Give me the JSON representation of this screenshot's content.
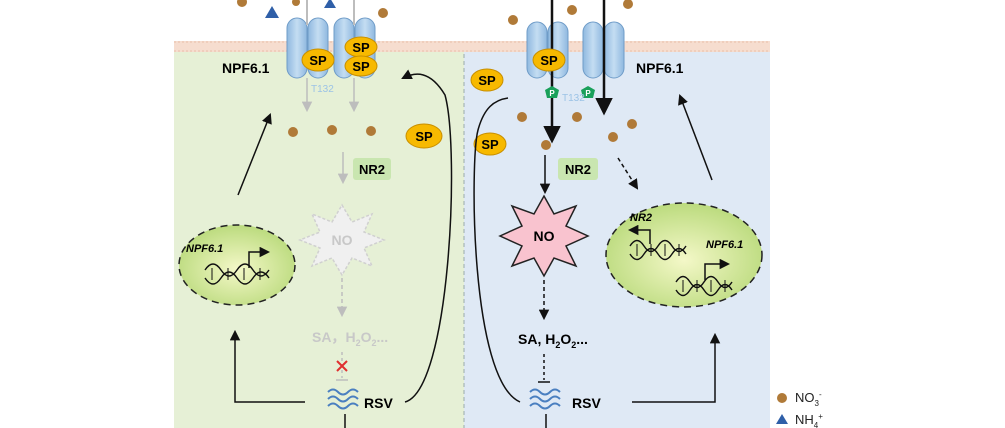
{
  "labels": {
    "npf61": "NPF6.1",
    "sp": "SP",
    "t132": "T132",
    "nr2": "NR2",
    "no": "NO",
    "sa_prefix": "SA，H",
    "sa_mid": "O",
    "sa_suffix": "...",
    "sa_prefix_right": "SA, H",
    "sub2": "2",
    "rsv": "RSV",
    "p": "P",
    "npf61_gene": "NPF6.1",
    "nr2_gene": "NR2",
    "no3": "NO",
    "no3_sub": "3",
    "no3_sup": "-",
    "nh4": "NH",
    "nh4_sub": "4",
    "nh4_sup": "+"
  },
  "colors": {
    "left_panel": "#e6f0d6",
    "right_panel": "#dfe9f5",
    "membrane": "#f6ddcf",
    "transporter": "#a9ccea",
    "sp_fill": "#f7b900",
    "nitrate": "#b07a38",
    "ammonium": "#2f5fa8",
    "label_box": "#c9e6b0",
    "phospho": "#19a05a",
    "inhibit_x": "#e03030",
    "faded": "#bbbbbb",
    "rsv": "#4a7fc0"
  }
}
